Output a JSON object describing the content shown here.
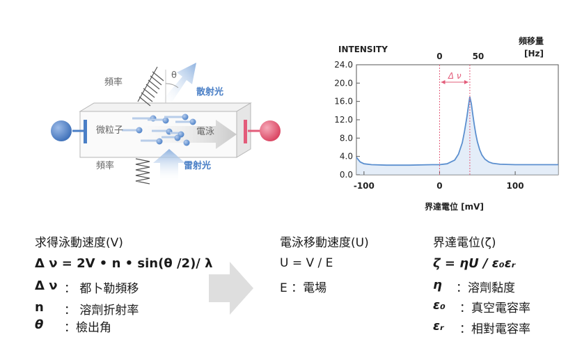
{
  "diagram": {
    "label_freq_top": "頻率",
    "label_theta": "θ",
    "label_scatter": "散射光",
    "label_particle": "微粒子",
    "label_electrophoresis": "電泳",
    "label_freq_bottom": "頻率",
    "label_laser": "雷射光",
    "colors": {
      "blue": "#4a7fc6",
      "pink": "#e35c7a",
      "arrow_gray": "#cfcfcf"
    }
  },
  "chart_data": {
    "type": "line",
    "ylabel": "INTENSITY",
    "xlabel": "界達電位 [mV]",
    "top_axis_label": [
      "頻移量",
      "[Hz]"
    ],
    "top_ticks": [
      "0",
      "50"
    ],
    "y_ticks": [
      "24.0",
      "20.0",
      "16.0",
      "12.0",
      "8.0",
      "4.0",
      "0.0"
    ],
    "x_ticks": [
      "-100",
      "0",
      "100"
    ],
    "xlim": [
      -110,
      157
    ],
    "ylim": [
      0,
      24
    ],
    "delta_label": "Δ ν",
    "grid": false,
    "series": [
      {
        "x": [
          -110,
          -105,
          -100,
          -90,
          -70,
          -40,
          -10,
          0,
          10,
          20,
          25,
          30,
          33,
          36,
          38,
          40,
          42,
          44,
          46,
          48,
          50,
          53,
          56,
          60,
          65,
          70,
          80,
          100,
          130,
          157
        ],
        "y": [
          3.8,
          2.8,
          2.4,
          2.2,
          2.1,
          2.1,
          2.2,
          2.2,
          2.4,
          3.2,
          4.5,
          7.0,
          9.5,
          12.5,
          14.8,
          17.0,
          15.5,
          13.0,
          10.8,
          8.8,
          7.2,
          5.5,
          4.3,
          3.4,
          2.8,
          2.5,
          2.3,
          2.2,
          2.2,
          2.2
        ]
      }
    ],
    "markers_x": [
      0,
      40
    ],
    "colors": {
      "line": "#5b8fcf",
      "fill": "#d9e6f5",
      "marker": "#e35c7a"
    }
  },
  "left_formulas": {
    "title": "求得泳動速度(V)",
    "f1": "Δ ν  = 2V • n • sin(θ /2)/ λ",
    "d_sym": "Δ ν",
    "d_txt": "：  都卜勒頻移",
    "n_sym": "n",
    "n_txt": "：  溶劑折射率",
    "th_sym": "θ",
    "th_txt": "：檢出角"
  },
  "mid_formulas": {
    "title": "電泳移動速度(U)",
    "f1": "U = V / E",
    "f2": "E ：電場"
  },
  "right_formulas": {
    "title": "界達電位(ζ)",
    "f1": "ζ = ηU / ε₀εᵣ",
    "eta_sym": "η",
    "eta_txt": "：溶劑黏度",
    "e0_sym": "ε₀",
    "e0_txt": "：真空電容率",
    "er_sym": "εᵣ",
    "er_txt": "：相對電容率"
  }
}
